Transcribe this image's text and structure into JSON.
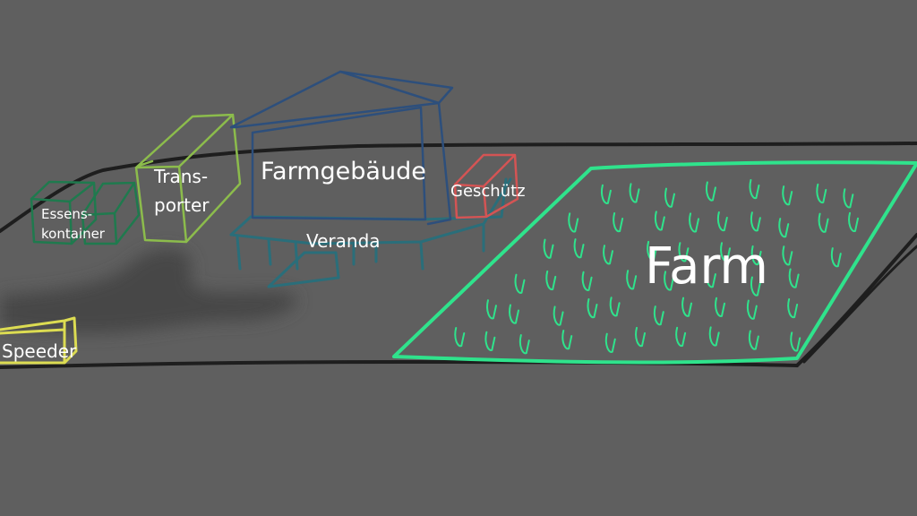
{
  "labels": {
    "essens_line1": "Essens-",
    "essens_line2": "kontainer",
    "transporter_line1": "Trans-",
    "transporter_line2": "porter",
    "farmgebaeude": "Farmgebäude",
    "veranda": "Veranda",
    "geschuetz": "Geschütz",
    "farm": "Farm",
    "speeder": "Speeder"
  },
  "colors": {
    "background": "#5f5f5f",
    "road": "#1e1e1e",
    "smoke": "#484848",
    "essenskontainer": "#1f7a4e",
    "transporter": "#8cbc4c",
    "farmgebaeude": "#2d4f7c",
    "veranda": "#2a6e7a",
    "geschuetz": "#d45454",
    "farm": "#2fe38c",
    "speeder": "#dcdc52"
  }
}
